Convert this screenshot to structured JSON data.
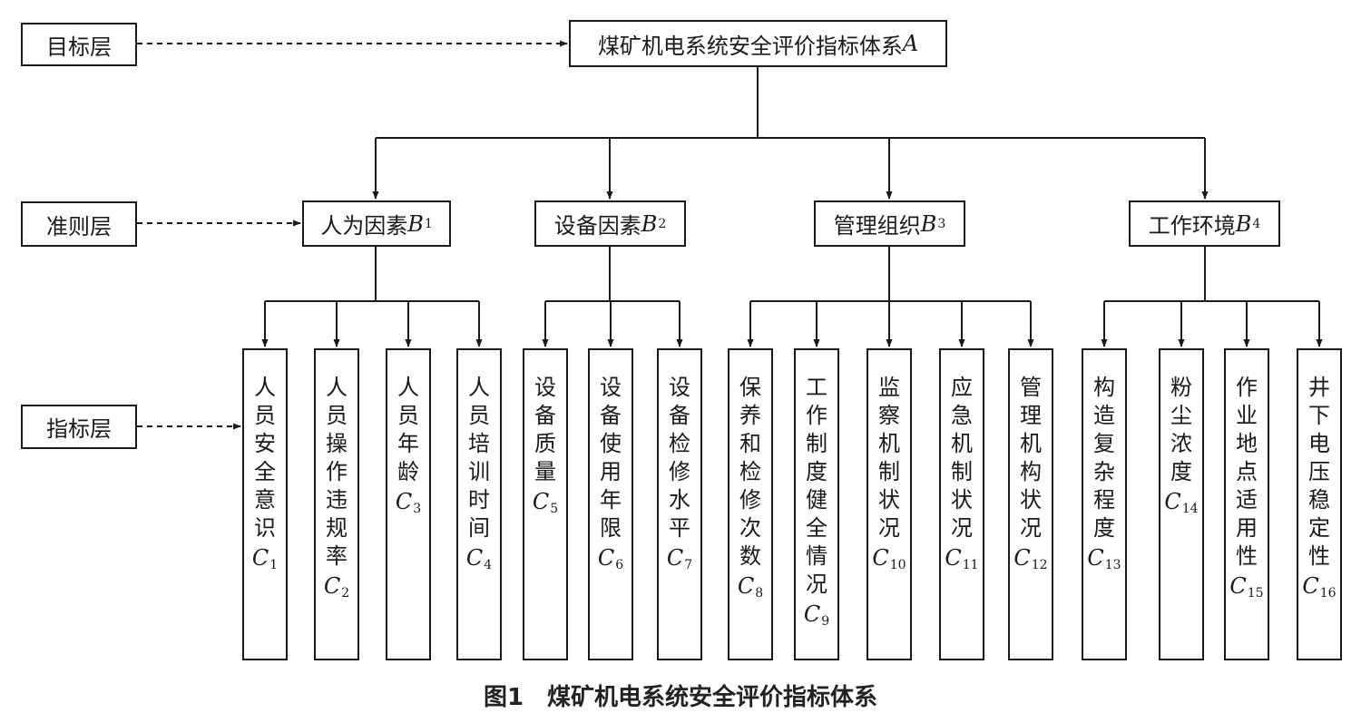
{
  "goal_layer": {
    "label": "目标层",
    "node": {
      "name": "煤矿机电系统安全评价指标体系",
      "symbol": "A",
      "subscript": ""
    }
  },
  "criteria_layer": {
    "label": "准则层",
    "nodes": [
      {
        "name": "人为因素",
        "symbol": "B",
        "subscript": "1"
      },
      {
        "name": "设备因素",
        "symbol": "B",
        "subscript": "2"
      },
      {
        "name": "管理组织",
        "symbol": "B",
        "subscript": "3"
      },
      {
        "name": "工作环境",
        "symbol": "B",
        "subscript": "4"
      }
    ]
  },
  "indicator_layer": {
    "label": "指标层",
    "nodes": [
      {
        "name": "人员安全意识",
        "symbol": "C",
        "subscript": "1",
        "parent": 0
      },
      {
        "name": "人员操作违规率",
        "symbol": "C",
        "subscript": "2",
        "parent": 0
      },
      {
        "name": "人员年龄",
        "symbol": "C",
        "subscript": "3",
        "parent": 0
      },
      {
        "name": "人员培训时间",
        "symbol": "C",
        "subscript": "4",
        "parent": 0
      },
      {
        "name": "设备质量",
        "symbol": "C",
        "subscript": "5",
        "parent": 1
      },
      {
        "name": "设备使用年限",
        "symbol": "C",
        "subscript": "6",
        "parent": 1
      },
      {
        "name": "设备检修水平",
        "symbol": "C",
        "subscript": "7",
        "parent": 1
      },
      {
        "name": "保养和检修次数",
        "symbol": "C",
        "subscript": "8",
        "parent": 2
      },
      {
        "name": "工作制度健全情况",
        "symbol": "C",
        "subscript": "9",
        "parent": 2
      },
      {
        "name": "监察机制状况",
        "symbol": "C",
        "subscript": "10",
        "parent": 2
      },
      {
        "name": "应急机制状况",
        "symbol": "C",
        "subscript": "11",
        "parent": 2
      },
      {
        "name": "管理机构状况",
        "symbol": "C",
        "subscript": "12",
        "parent": 2
      },
      {
        "name": "构造复杂程度",
        "symbol": "C",
        "subscript": "13",
        "parent": 3
      },
      {
        "name": "粉尘浓度",
        "symbol": "C",
        "subscript": "14",
        "parent": 3
      },
      {
        "name": "作业地点适用性",
        "symbol": "C",
        "subscript": "15",
        "parent": 3
      },
      {
        "name": "井下电压稳定性",
        "symbol": "C",
        "subscript": "16",
        "parent": 3
      }
    ]
  },
  "caption": "图1　煤矿机电系统安全评价指标体系"
}
